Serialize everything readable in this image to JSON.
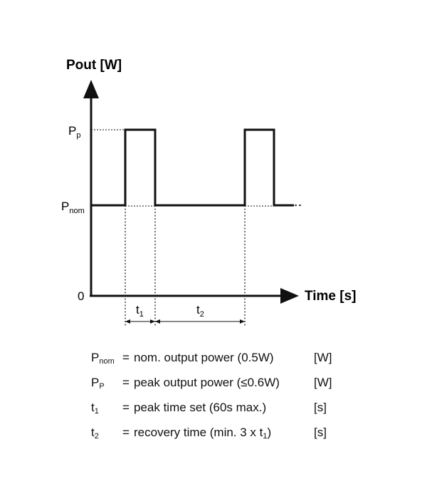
{
  "diagram": {
    "y_axis_label": "Pout [W]",
    "x_axis_label": "Time [s]",
    "levels": {
      "peak": {
        "main": "P",
        "sub": "p"
      },
      "nominal": {
        "main": "P",
        "sub": "nom"
      },
      "zero": "0"
    },
    "intervals": {
      "t1": {
        "main": "t",
        "sub": "1"
      },
      "t2": {
        "main": "t",
        "sub": "2"
      }
    }
  },
  "legend": [
    {
      "symbol": "P",
      "symbol_sub": "nom",
      "eq": "=",
      "desc": "nom. output power (0.5W)",
      "desc_sub": "",
      "desc_tail": "",
      "unit": "[W]"
    },
    {
      "symbol": "P",
      "symbol_sub": "P",
      "eq": "=",
      "desc": "peak output power (≤0.6W)",
      "desc_sub": "",
      "desc_tail": "",
      "unit": "[W]"
    },
    {
      "symbol": "t",
      "symbol_sub": "1",
      "eq": "=",
      "desc": "peak time set (60s max.)",
      "desc_sub": "",
      "desc_tail": "",
      "unit": "[s]"
    },
    {
      "symbol": "t",
      "symbol_sub": "2",
      "eq": "=",
      "desc": "recovery time (min. 3 x t",
      "desc_sub": "1",
      "desc_tail": ")",
      "unit": "[s]"
    }
  ]
}
